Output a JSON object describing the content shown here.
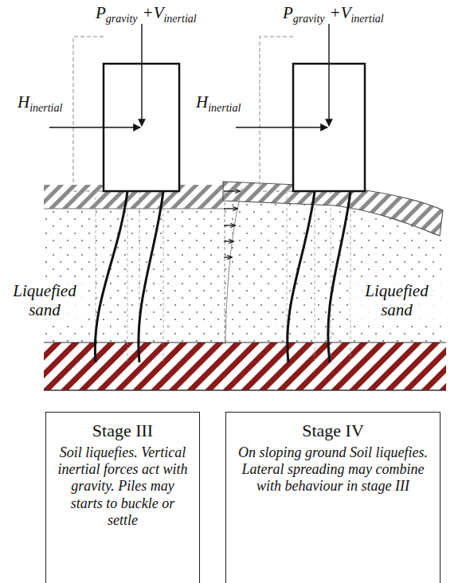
{
  "diagram": {
    "nodes": [
      {
        "text": [
          "Stage III",
          "Soil liquefies. Vertical inertial forces act with gravity. Piles may starts to buckle or settle"
        ]
      },
      {
        "text": [
          "Stage IV",
          "On sloping ground Soil liquefies. Lateral spreading may combine with behaviour in stage III"
        ]
      }
    ],
    "labels": [
      "P",
      "gravity",
      "+V",
      "inertial",
      "H",
      "inertial",
      "Liquefied sand",
      "P",
      "gravity",
      "+V",
      "inertial",
      "H",
      "inertial",
      "Liquefied sand"
    ]
  }
}
